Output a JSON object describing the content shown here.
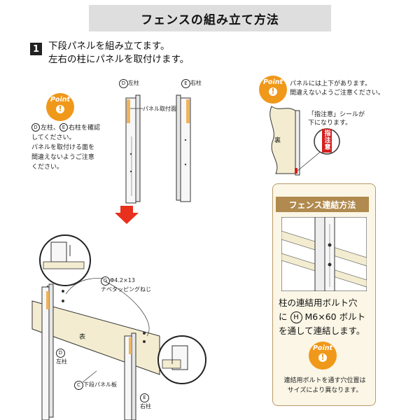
{
  "header": {
    "title": "フェンスの組み立て方法"
  },
  "step": {
    "number": "1",
    "line1": "下段パネルを組み立てます。",
    "line2": "左右の柱にパネルを取付けます。"
  },
  "point_label": "Point",
  "labels": {
    "post_left": "左柱",
    "post_right": "右柱",
    "letter_d": "D",
    "letter_e": "E",
    "letter_c": "C",
    "letter_g": "G",
    "letter_h": "H",
    "panel_attach_face": "パネル取付面",
    "omote": "表",
    "ura": "裏",
    "screw_line1": "Φ4.2×13",
    "screw_line2": "ナベタッピングねじ",
    "lower_panel": "下段パネル板",
    "sticker": "指注意"
  },
  "note_left": {
    "line1_mid": "左柱、",
    "line1_end": "右柱を確認",
    "line2": "してください。",
    "line3": "パネルを取付ける面を",
    "line4": "間違えないようご注意",
    "line5": "ください。"
  },
  "note_right": {
    "line1": "パネルには上下があります。",
    "line2": "間違えないようご注意ください。",
    "sticker_line1": "「指注意」シールが",
    "sticker_line2": "下になります。"
  },
  "connection": {
    "title": "フェンス連結方法",
    "line1": "柱の連結用ボルト穴",
    "line2_pre": "に",
    "line2_post": "M6×60 ボルト",
    "line3": "を通して連結します。",
    "note1": "連結用ボルトを通す穴位置は",
    "note2": "サイズにより異なります。"
  },
  "colors": {
    "accent_orange": "#f0981a",
    "arrow_red": "#e8301c",
    "gold": "#b08a4e",
    "panel_cream": "#f3ecd0",
    "sticker_red": "#d42020"
  }
}
